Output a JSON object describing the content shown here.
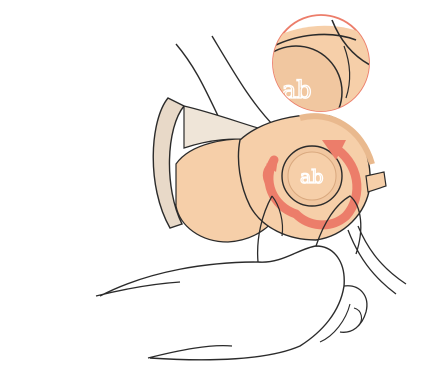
{
  "illustration": {
    "subject": "breast-pump-cap-twist-instruction",
    "brand_mark_text": "ab",
    "colors": {
      "background": "#ffffff",
      "line": "#2b2b2b",
      "shell_peach": "#f6cfa9",
      "shell_peach_shadow": "#e9b98e",
      "flange_tan": "#e8d9c8",
      "arrow_salmon": "#ec7d6a"
    },
    "icons": {
      "rotate_arrow": "curved-clockwise-arrow-icon",
      "small_arrow": "curved-up-arrow-icon",
      "zoom_inset": "magnified-detail-circle"
    }
  }
}
